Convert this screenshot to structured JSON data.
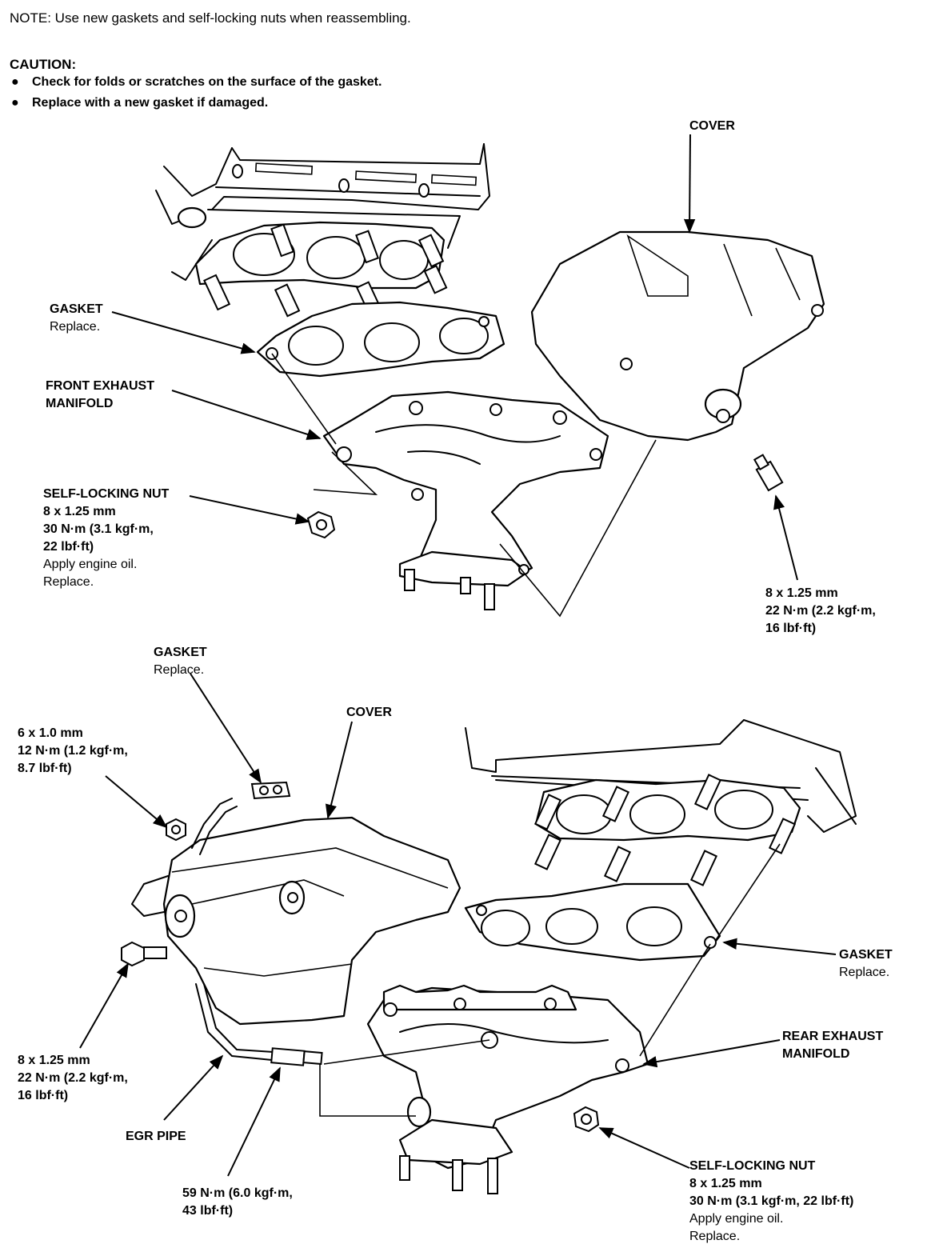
{
  "header": {
    "note": "NOTE:  Use new gaskets and self-locking nuts when reassembling.",
    "caution_title": "CAUTION:",
    "caution_items": [
      "Check for folds or scratches on the surface of the gasket.",
      "Replace with a new gasket if damaged."
    ]
  },
  "front": {
    "cover": "COVER",
    "gasket": "GASKET",
    "gasket_note": "Replace.",
    "manifold_line1": "FRONT EXHAUST",
    "manifold_line2": "MANIFOLD",
    "nut_title": "SELF-LOCKING NUT",
    "nut_size": "8 x 1.25 mm",
    "nut_torque1": "30 N·m (3.1 kgf·m,",
    "nut_torque2": "22 lbf·ft)",
    "nut_note1": "Apply engine oil.",
    "nut_note2": "Replace.",
    "bolt_size": "8 x 1.25 mm",
    "bolt_torque1": "22 N·m (2.2 kgf·m,",
    "bolt_torque2": "16 lbf·ft)"
  },
  "rear": {
    "gasket_top": "GASKET",
    "gasket_top_note": "Replace.",
    "cover": "COVER",
    "small_bolt_size": "6 x 1.0 mm",
    "small_bolt_torque1": "12 N·m (1.2 kgf·m,",
    "small_bolt_torque2": "8.7 lbf·ft)",
    "gasket_right": "GASKET",
    "gasket_right_note": "Replace.",
    "manifold_line1": "REAR EXHAUST",
    "manifold_line2": "MANIFOLD",
    "bolt_size": "8 x 1.25 mm",
    "bolt_torque1": "22 N·m (2.2 kgf·m,",
    "bolt_torque2": "16 lbf·ft)",
    "egr_pipe": "EGR PIPE",
    "egr_torque1": "59 N·m (6.0 kgf·m,",
    "egr_torque2": "43 lbf·ft)",
    "nut_title": "SELF-LOCKING NUT",
    "nut_size": "8 x 1.25 mm",
    "nut_torque": "30 N·m (3.1 kgf·m, 22 lbf·ft)",
    "nut_note1": "Apply engine oil.",
    "nut_note2": "Replace."
  }
}
